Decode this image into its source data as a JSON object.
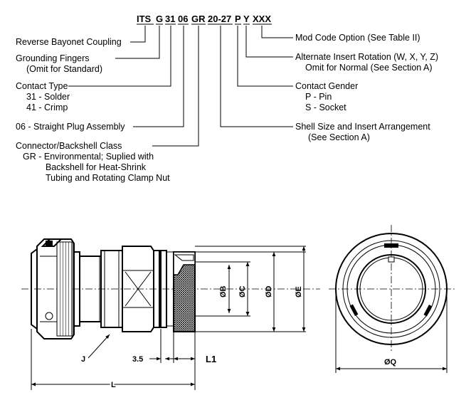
{
  "part_code": {
    "segments": [
      "ITS",
      "G",
      "31",
      "06",
      "GR",
      "20-27",
      "P",
      "Y",
      "XXX"
    ]
  },
  "left_labels": {
    "reverse_bayonet": "Reverse Bayonet Coupling",
    "grounding_fingers": "Grounding Fingers",
    "grounding_note": "(Omit for Standard)",
    "contact_type": "Contact Type",
    "solder": "31 - Solder",
    "crimp": "41 - Crimp",
    "straight_plug": "06 - Straight Plug Assembly",
    "backshell_class": "Connector/Backshell Class",
    "gr_line1": "GR - Environmental; Suplied with",
    "gr_line2": "Backshell for Heat-Shrink",
    "gr_line3": "Tubing and Rotating Clamp Nut"
  },
  "right_labels": {
    "mod_code": "Mod Code Option (See Table II)",
    "alt_rotation": "Alternate Insert Rotation (W, X, Y, Z)",
    "alt_rotation_note": "Omit for Normal (See Section A)",
    "contact_gender": "Contact Gender",
    "pin": "P - Pin",
    "socket": "S - Socket",
    "shell_size": "Shell Size and Insert Arrangement",
    "shell_size_note": "(See Section A)"
  },
  "dimensions": {
    "j": "J",
    "three_five": "3.5",
    "l1": "L1",
    "l": "L",
    "b": "ØB",
    "c": "ØC",
    "d": "ØD",
    "e": "ØE",
    "q": "ØQ"
  }
}
